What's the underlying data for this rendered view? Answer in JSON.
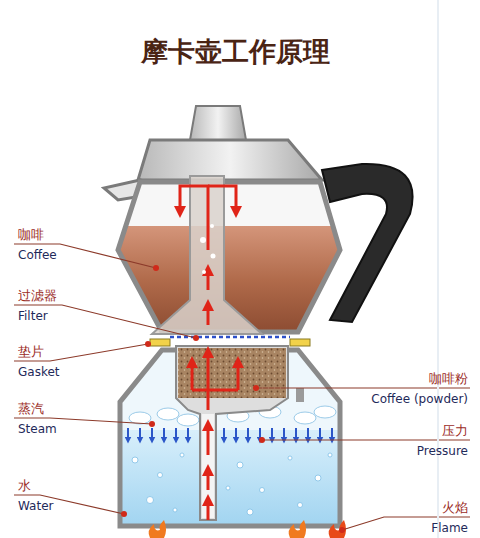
{
  "diagram": {
    "title": "摩卡壶工作原理",
    "labels": [
      "咖啡",
      "Coffee",
      "过滤器",
      "Filter",
      "垫片",
      "Gasket",
      "蒸汽",
      "Steam",
      "水",
      "Water",
      "咖啡粉",
      "Coffee (powder)",
      "压力",
      "Pressure",
      "火焰",
      "Flame"
    ]
  }
}
